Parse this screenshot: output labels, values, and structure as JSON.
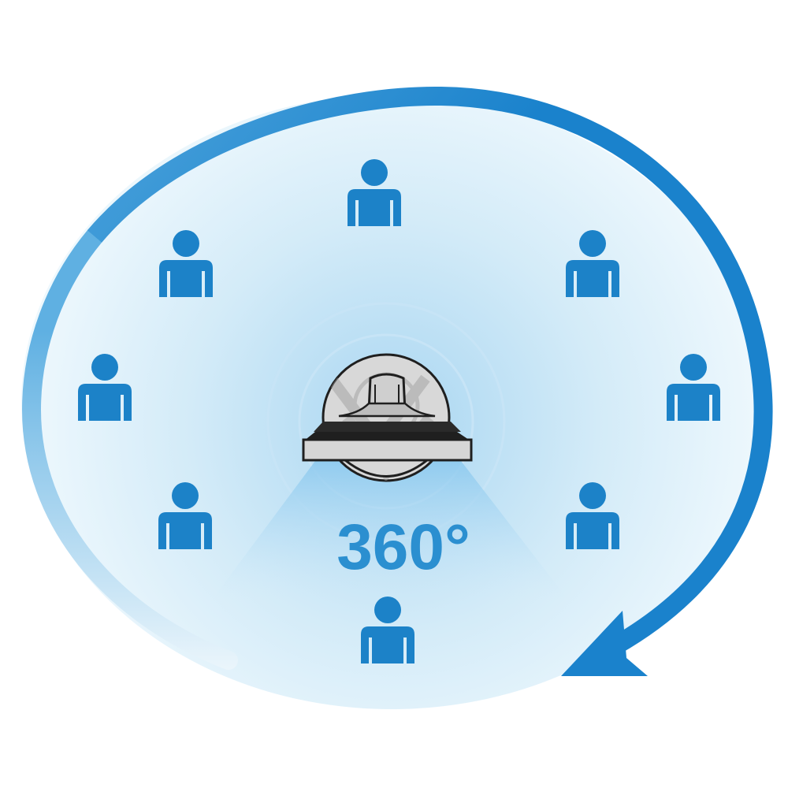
{
  "diagram": {
    "angle_label": "360°",
    "person_count": 8,
    "icon": "person-icon",
    "center_icon": "ceiling-camera-icon",
    "arrow_direction": "clockwise",
    "colors": {
      "arrow": "#1a82cc",
      "arrow_fade": "#dceef8",
      "person": "#1c82c8",
      "label": "#2b8fd0",
      "field_center": "#a9d6f1",
      "field_edge": "#eef8fd",
      "camera_body": "#d8d8d8",
      "camera_dark": "#1f1f1f"
    }
  }
}
